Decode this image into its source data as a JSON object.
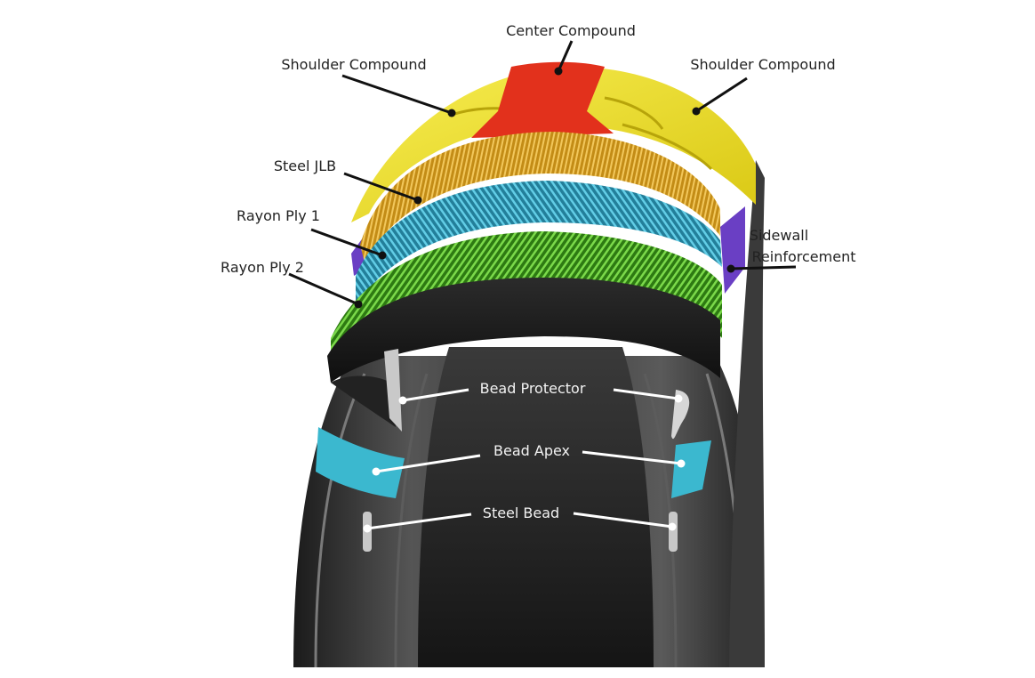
{
  "labels": {
    "center_compound": "Center Compound",
    "shoulder_compound_left": "Shoulder Compound",
    "shoulder_compound_right": "Shoulder Compound",
    "steel_jlb": "Steel JLB",
    "rayon_ply_1": "Rayon Ply 1",
    "rayon_ply_2": "Rayon Ply 2",
    "sidewall_reinforcement_line1": "Sidewall",
    "sidewall_reinforcement_line2": "Reinforcement",
    "bead_protector": "Bead Protector",
    "bead_apex": "Bead Apex",
    "steel_bead": "Steel Bead"
  },
  "colors": {
    "shoulder_compound": "#f1e21b",
    "center_compound": "#e2311c",
    "steel_jlb": "#cf9a20",
    "rayon_ply_1": "#3aa9c6",
    "rayon_ply_2": "#4fae2c",
    "sidewall_reinforcement": "#6a3fc4",
    "inner_liner": "#1c1c1c",
    "bead_apex": "#3bb8cf",
    "tire_body": "#2b2b2b"
  }
}
